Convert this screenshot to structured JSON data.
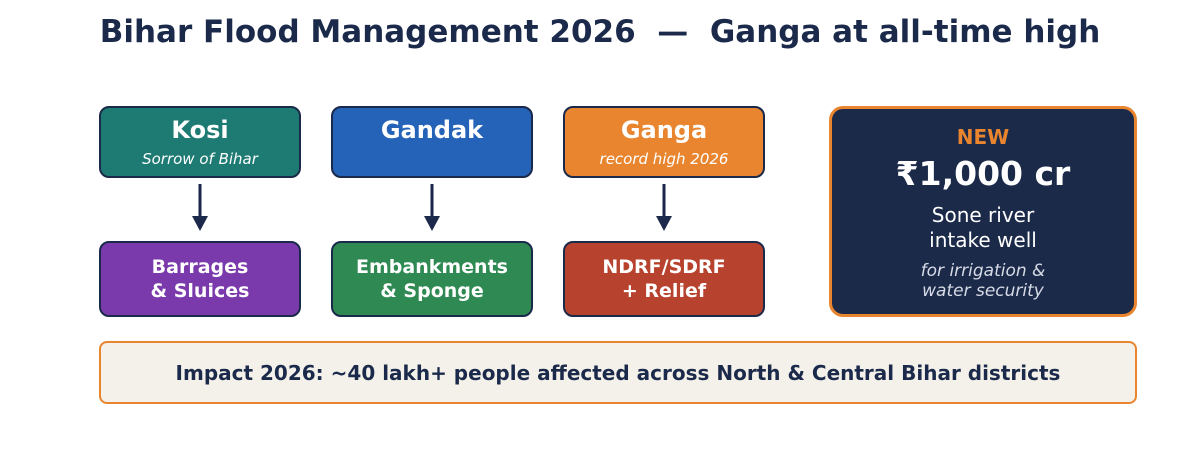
{
  "title": "Bihar Flood Management 2026  —  Ganga at all-time high",
  "rivers": [
    {
      "name": "Kosi",
      "subtitle": "Sorrow of Bihar",
      "color": "#1e7b73"
    },
    {
      "name": "Gandak",
      "subtitle": "",
      "color": "#2563b9"
    },
    {
      "name": "Ganga",
      "subtitle": "record high 2026",
      "color": "#e8852e"
    }
  ],
  "actions": [
    {
      "lines": [
        "Barrages",
        "& Sluices"
      ],
      "color": "#7b3aac"
    },
    {
      "lines": [
        "Embankments",
        "& Sponge"
      ],
      "color": "#2e8a52"
    },
    {
      "lines": [
        "NDRF/SDRF",
        "+ Relief"
      ],
      "color": "#b7432e"
    }
  ],
  "highlight": {
    "badge": "NEW",
    "amount": "₹1,000 cr",
    "description": [
      "Sone river",
      "intake well"
    ],
    "note": [
      "for irrigation &",
      "water security"
    ],
    "background": "#1c2a4a",
    "border": "#e8852e"
  },
  "impact": {
    "text": "Impact 2026: ~40 lakh+ people affected across North & Central Bihar districts",
    "background": "#f4f1ea",
    "border": "#e8852e"
  },
  "colors": {
    "navy": "#1b2a4a",
    "accent": "#e8852e"
  }
}
